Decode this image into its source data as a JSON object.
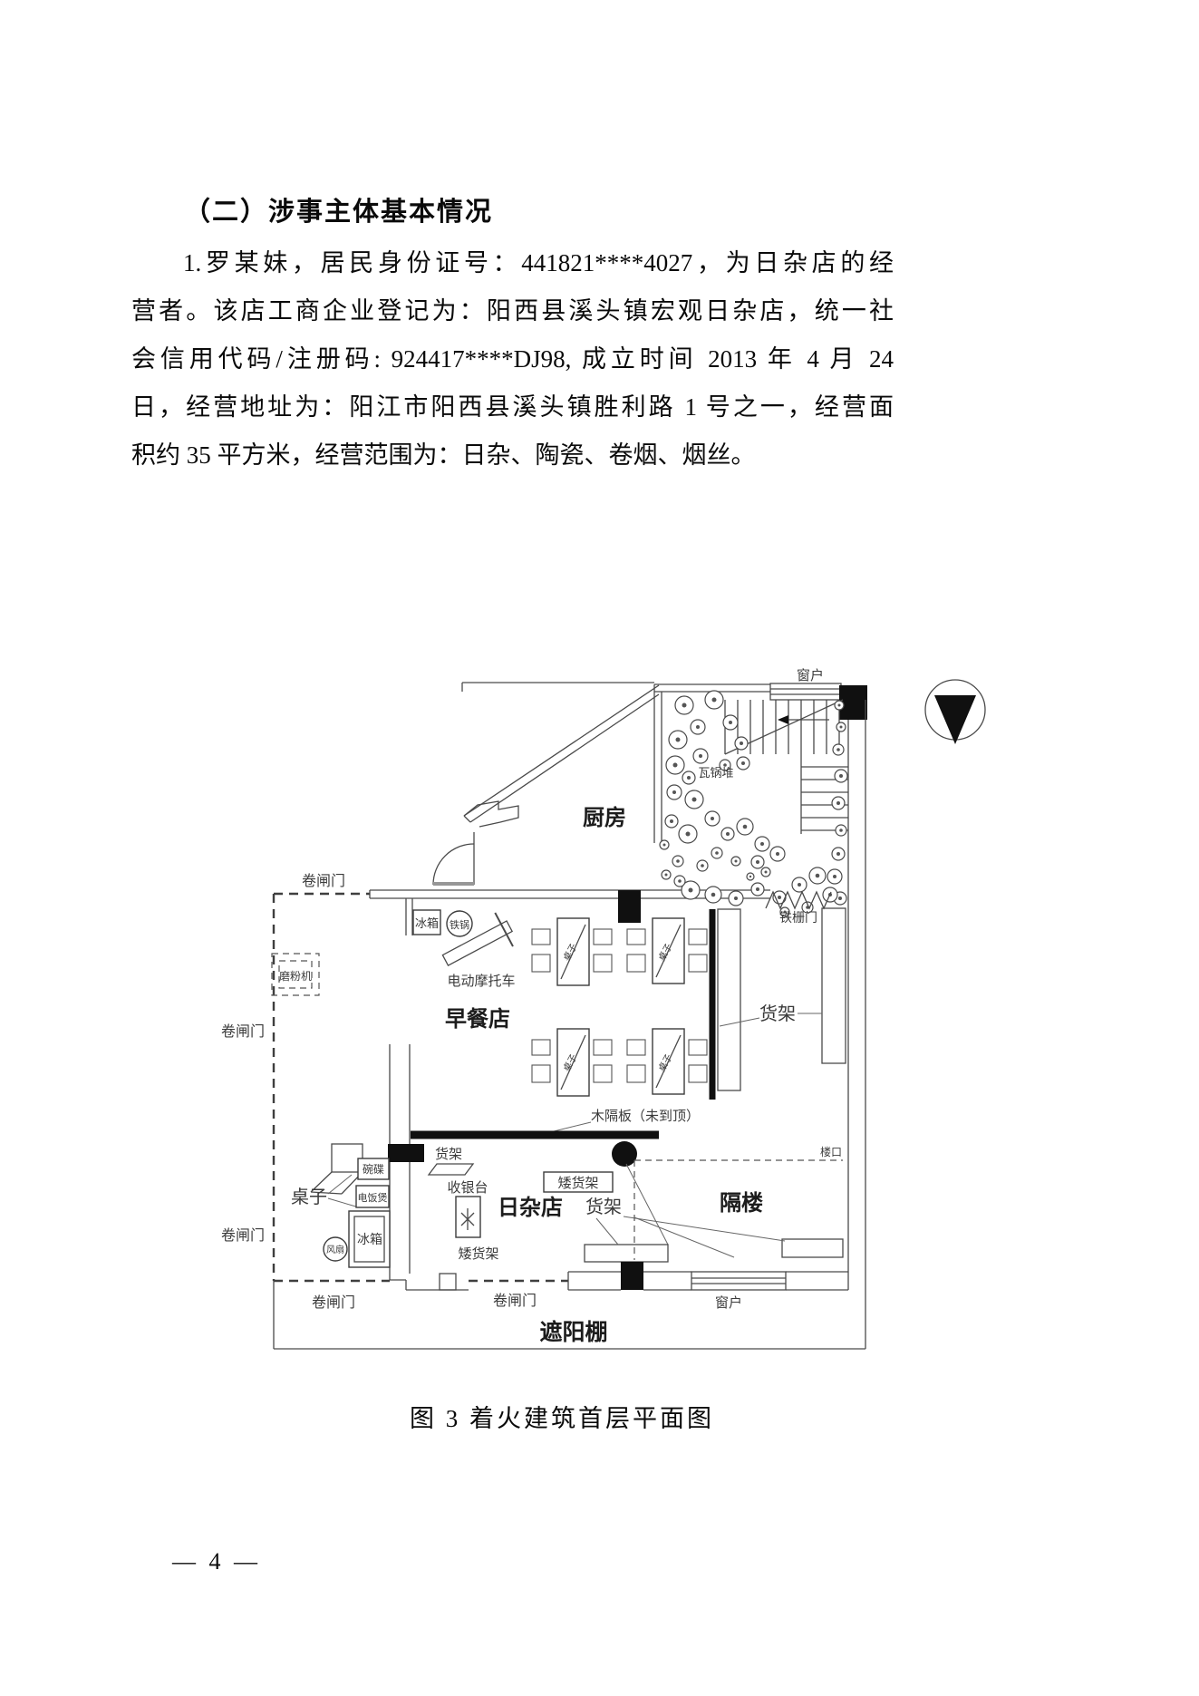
{
  "document": {
    "heading": "（二）涉事主体基本情况",
    "paragraph": {
      "lines": [
        "1.罗某妹，居民身份证号：441821****4027，为日杂店的经",
        "营者。该店工商企业登记为：阳西县溪头镇宏观日杂店，统一社",
        "会信用代码/注册码: 924417****DJ98, 成立时间 2013 年 4 月 24",
        "日，经营地址为：阳江市阳西县溪头镇胜利路 1 号之一，经营面",
        "积约 35 平方米，经营范围为：日杂、陶瓷、卷烟、烟丝。"
      ]
    },
    "figure_caption": "图 3 着火建筑首层平面图",
    "page_number": "— 4 —"
  },
  "floorplan": {
    "rooms": {
      "kitchen": "厨房",
      "breakfast_shop": "早餐店",
      "grocery_shop": "日杂店",
      "mezzanine": "隔楼",
      "sunshade": "遮阳棚"
    },
    "labels": {
      "window": "窗户",
      "pot_pile": "瓦锅堆",
      "roller_door": "卷闸门",
      "iron_grille_door": "铁栅门",
      "fridge": "冰箱",
      "iron_pot": "铁锅",
      "grinder": "磨粉机",
      "electric_motorcycle": "电动摩托车",
      "table": "桌子",
      "shelf": "货架",
      "low_shelf": "矮货架",
      "wood_partition": "木隔板（未到顶）",
      "cashier": "收银台",
      "dishes": "碗碟",
      "rice_cooker": "电饭煲",
      "fan": "风扇",
      "stair_opening": "楼口"
    }
  }
}
